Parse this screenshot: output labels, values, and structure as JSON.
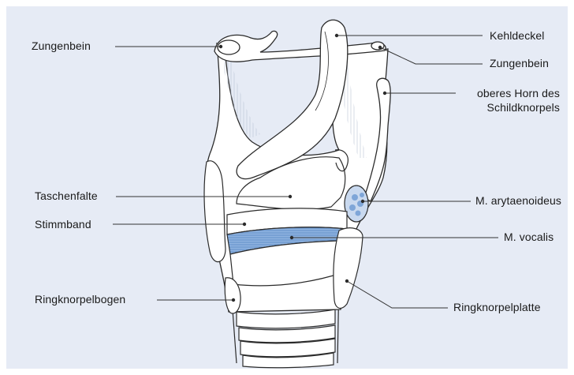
{
  "labels": {
    "left": [
      {
        "key": "zungenbein_left",
        "text": "Zungenbein"
      },
      {
        "key": "taschenfalte",
        "text": "Taschenfalte"
      },
      {
        "key": "stimmband",
        "text": "Stimmband"
      },
      {
        "key": "ringknorpelbogen",
        "text": "Ringknorpelbogen"
      }
    ],
    "right": [
      {
        "key": "kehldeckel",
        "text": "Kehldeckel"
      },
      {
        "key": "zungenbein_right",
        "text": "Zungenbein"
      },
      {
        "key": "oberes_horn_line1",
        "text": "oberes Horn des"
      },
      {
        "key": "oberes_horn_line2",
        "text": "Schildknorpels"
      },
      {
        "key": "m_arytaenoideus",
        "text": "M. arytaenoideus"
      },
      {
        "key": "m_vocalis",
        "text": "M. vocalis"
      },
      {
        "key": "ringknorpelplatte",
        "text": "Ringknorpelplatte"
      }
    ]
  },
  "colors": {
    "background": "#e6ebf5",
    "structure_fill": "#ffffff",
    "outline": "#2b2b2b",
    "muscle_blue": "#7fa6d8",
    "muscle_blue_light": "#c9d9ef",
    "leader_line": "#333333"
  }
}
